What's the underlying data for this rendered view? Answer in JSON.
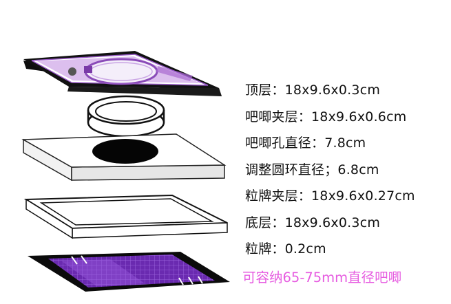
{
  "specs": [
    "顶层：18x9.6x0.3cm",
    "吧唧夹层：18x9.6x0.6cm",
    "吧唧孔直径：7.8cm",
    "调整圆环直径；6.8cm",
    "粒牌夹层：18x9.6x0.27cm",
    "底层：18x9.6x0.3cm",
    "粒牌：0.2cm"
  ],
  "note": {
    "text": "可容纳65-75mm直径吧唧",
    "color": "#e65be0"
  },
  "colors": {
    "print_purple": "#b06fd8",
    "deep_purple": "#6b2aa8",
    "mesh_purple": "#7e3cc2"
  }
}
